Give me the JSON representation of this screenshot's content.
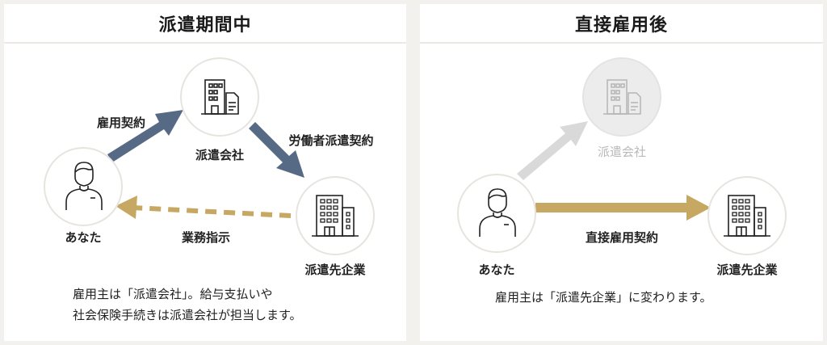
{
  "colors": {
    "background": "#f3f1ee",
    "panel": "#ffffff",
    "arrow_blue": "#566a85",
    "arrow_gold": "#c6a862",
    "arrow_ghost": "#d9d9d9",
    "circle_border": "#e7e4e0",
    "ghost_fill": "#ececec",
    "ghost_text": "#b9b9b9"
  },
  "left_panel": {
    "title": "派遣期間中",
    "nodes": {
      "staffing_company": {
        "label": "派遣会社",
        "icon": "office-building-document-icon"
      },
      "you": {
        "label": "あなた",
        "icon": "person-icon"
      },
      "client_company": {
        "label": "派遣先企業",
        "icon": "office-buildings-icon"
      }
    },
    "edges": {
      "employment_contract": {
        "label": "雇用契約",
        "from": "you",
        "to": "staffing_company",
        "style": "solid-blue"
      },
      "dispatch_contract": {
        "label": "労働者派遣契約",
        "from": "staffing_company",
        "to": "client_company",
        "style": "solid-blue"
      },
      "work_instruction": {
        "label": "業務指示",
        "from": "client_company",
        "to": "you",
        "style": "dashed-gold"
      }
    },
    "note_line1": "雇用主は「派遣会社」。給与支払いや",
    "note_line2": "社会保険手続きは派遣会社が担当します。"
  },
  "right_panel": {
    "title": "直接雇用後",
    "nodes": {
      "staffing_company": {
        "label": "派遣会社",
        "icon": "office-building-document-icon",
        "state": "faded"
      },
      "you": {
        "label": "あなた",
        "icon": "person-icon"
      },
      "client_company": {
        "label": "派遣先企業",
        "icon": "office-buildings-icon"
      }
    },
    "edges": {
      "direct_employment_contract": {
        "label": "直接雇用契約",
        "from": "you",
        "to": "client_company",
        "style": "solid-gold"
      },
      "faded_link": {
        "label": "",
        "from": "you",
        "to": "staffing_company",
        "style": "faded-gray"
      }
    },
    "note": "雇用主は「派遣先企業」に変わります。"
  }
}
